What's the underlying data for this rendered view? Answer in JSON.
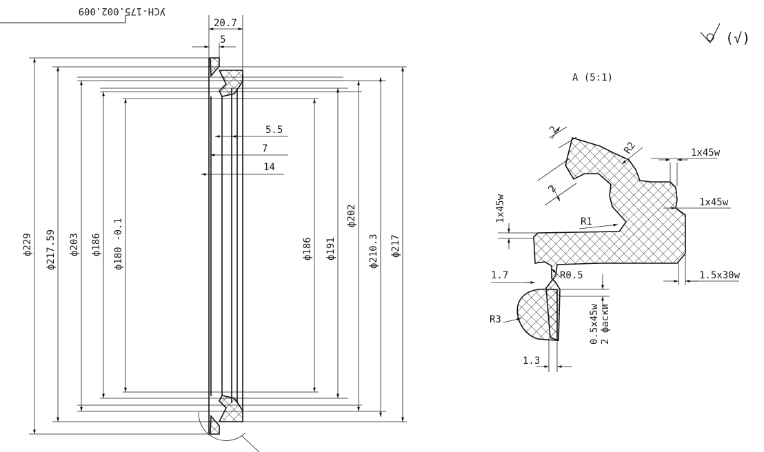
{
  "title_block": {
    "drawing_number": "УСН-175.002.009"
  },
  "roughness": {
    "symbol": "∀",
    "paren_symbol": "(√)"
  },
  "detail_view": {
    "label": "А (5:1)"
  },
  "main_view_dims": {
    "top_width": "20.7",
    "top_inner": "5",
    "offset_1": "5.5",
    "offset_2": "7",
    "offset_3": "14",
    "d229": "ф229",
    "d217_59": "ф217.59",
    "d203": "ф203",
    "d186_left": "ф186",
    "d180": "ф180 -0.1",
    "d186_right": "ф186",
    "d191": "ф191",
    "d202": "ф202",
    "d210_3": "ф210.3",
    "d217": "ф217"
  },
  "detail_dims": {
    "top_2": "2",
    "mid_2": "2",
    "r2": "R2",
    "c1x45_top": "1х45w",
    "c1x45_mid": "1х45w",
    "c1x45_left": "1х45w",
    "r1": "R1",
    "r0_5": "R0.5",
    "d1_7": "1.7",
    "c1_5x30": "1.5х30w",
    "r3": "R3",
    "c0_5x45_line1": "0.5х45w",
    "c0_5x45_line2": "2 фаски",
    "d1_3": "1.3"
  }
}
